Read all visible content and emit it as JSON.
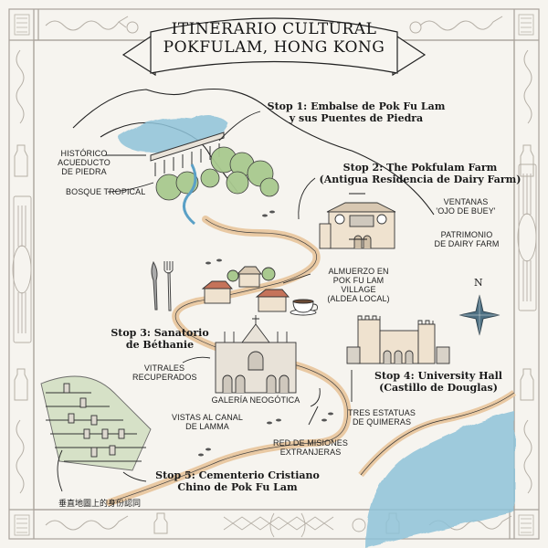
{
  "title": {
    "line1": "ITINERARIO CULTURAL",
    "line2": "POKFULAM, HONG KONG"
  },
  "stops": [
    {
      "id": 1,
      "line1": "Stop 1: Embalse de Pok Fu Lam",
      "line2": "y sus Puentes de Piedra"
    },
    {
      "id": 2,
      "line1": "Stop 2: The Pokfulam Farm",
      "line2": "(Antigua Residencia de Dairy Farm)"
    },
    {
      "id": 3,
      "line1": "Stop 3: Sanatorio",
      "line2": "de Béthanie"
    },
    {
      "id": 4,
      "line1": "Stop 4: University Hall",
      "line2": "(Castillo de Douglas)"
    },
    {
      "id": 5,
      "line1": "Stop 5: Cementerio Cristiano",
      "line2": "Chino de Pok Fu Lam"
    }
  ],
  "annotations": {
    "aqueduct": [
      "HISTÓRICO",
      "ACUEDUCTO",
      "DE PIEDRA"
    ],
    "forest": [
      "BOSQUE TROPICAL"
    ],
    "windows": [
      "VENTANAS",
      "'OJO DE BUEY'"
    ],
    "heritage": [
      "PATRIMONIO",
      "DE DAIRY FARM"
    ],
    "lunch": [
      "ALMUERZO EN",
      "POK FU LAM VILLAGE",
      "(ALDEA LOCAL)"
    ],
    "stained_glass": [
      "VITRALES",
      "RECUPERADOS"
    ],
    "gallery": [
      "GALERÍA NEOGÓTICA"
    ],
    "lamma": [
      "VISTAS AL CANAL",
      "DE LAMMA"
    ],
    "missions": [
      "RED DE MISIONES",
      "EXTRANJERAS"
    ],
    "chimeras": [
      "TRES ESTATUAS",
      "DE QUIMERAS"
    ],
    "identity_cjk": "垂直地圖上的身份認同"
  },
  "compass": {
    "north_label": "N"
  },
  "colors": {
    "paper": "#f6f4ef",
    "border": "#a8a29a",
    "ink": "#1f1f1f",
    "path": "#e9c9a3",
    "water": "#8fc3d9",
    "foliage": "#a9c98f",
    "building": "#efe2cf",
    "roof": "#c5735a"
  },
  "icons": [
    "dragon-icon",
    "milk-bottle-icon",
    "column-icon",
    "compass-rose-icon",
    "fork-knife-icon",
    "teacup-icon",
    "footprints-icon"
  ]
}
